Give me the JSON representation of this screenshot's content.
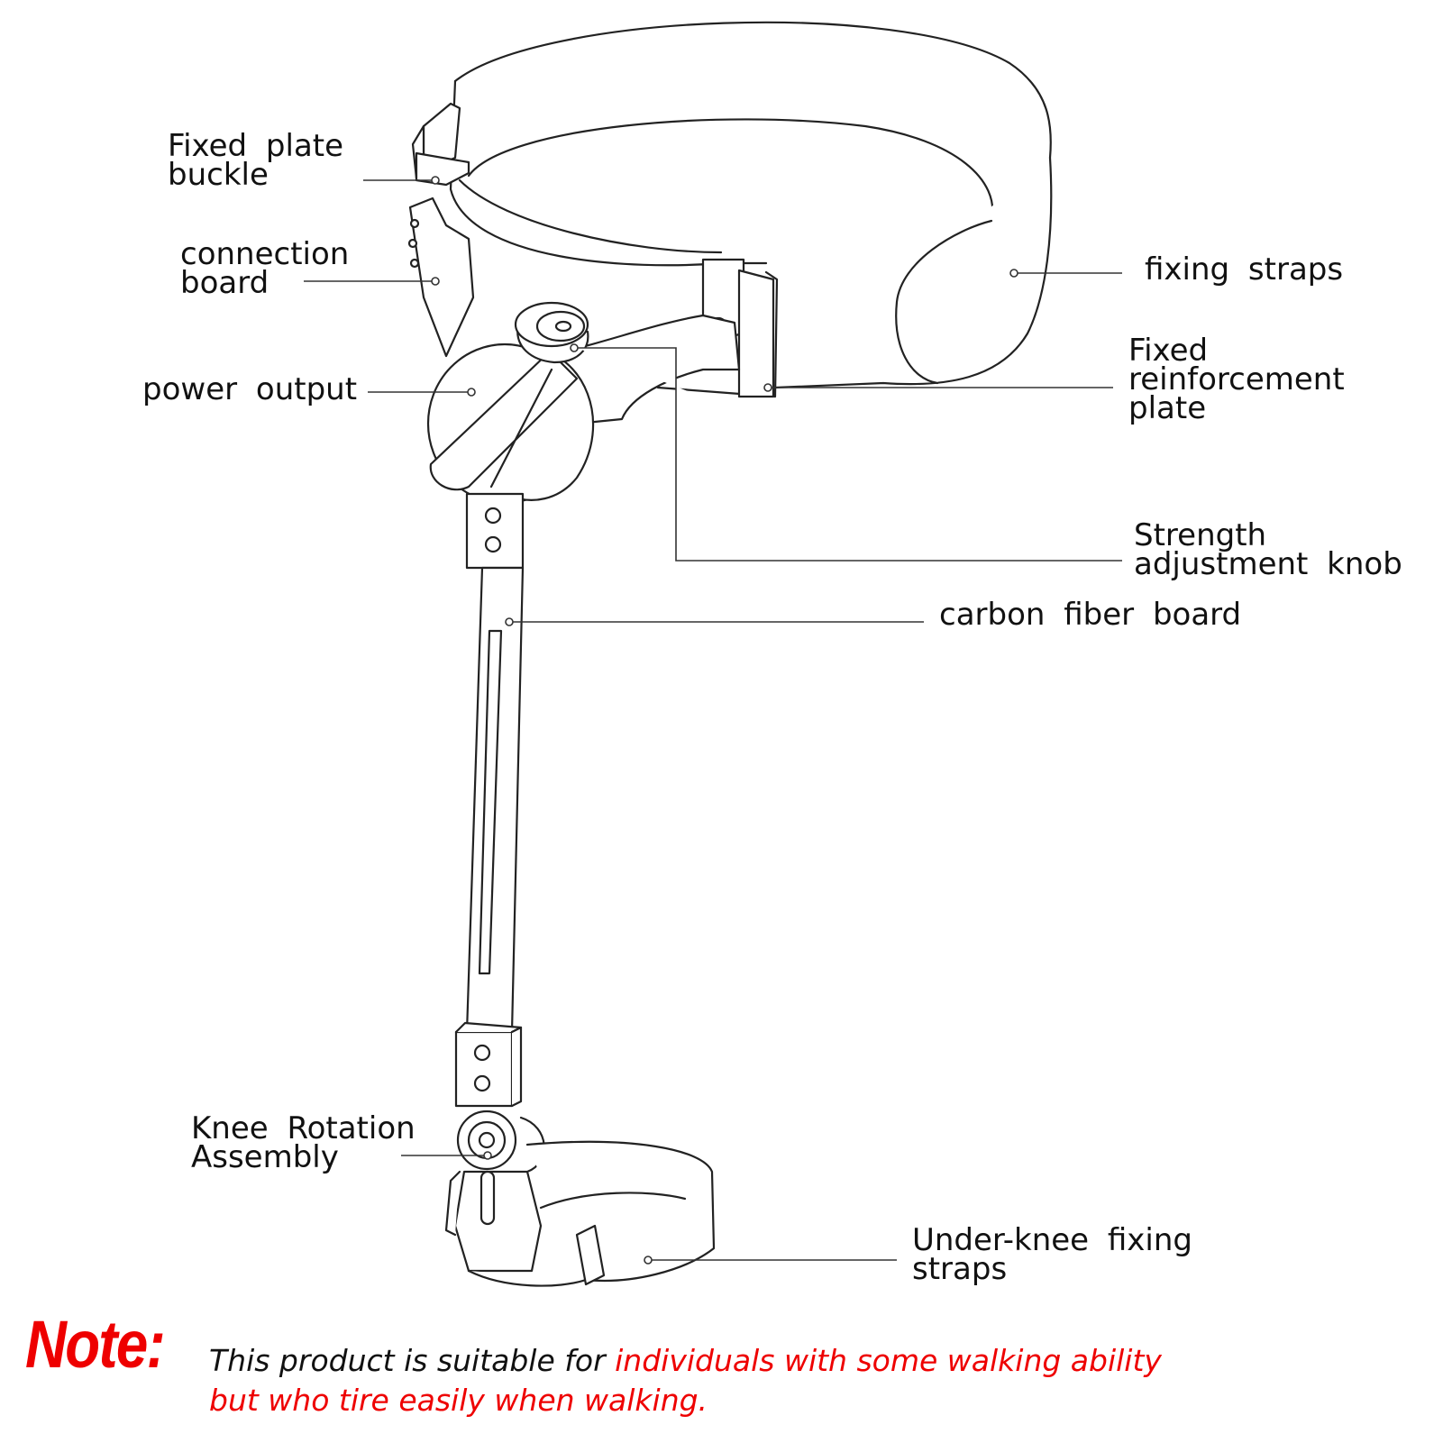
{
  "labels": {
    "fixed_plate_buckle": [
      "Fixed plate",
      "buckle"
    ],
    "connection_board": [
      "connection",
      "board"
    ],
    "power_output": [
      "power output"
    ],
    "fixing_straps": [
      "fixing straps"
    ],
    "fixed_reinforcement_plate": [
      "Fixed",
      "reinforcement",
      "plate"
    ],
    "strength_adjustment_knob": [
      "Strength",
      "adjustment knob"
    ],
    "carbon_fiber_board": [
      "carbon fiber board"
    ],
    "knee_rotation_assembly": [
      "Knee Rotation",
      "Assembly"
    ],
    "under_knee_fixing_straps": [
      "Under-knee fixing",
      "straps"
    ]
  },
  "note": {
    "title": "Note:",
    "line1_black": "This product is suitable for ",
    "line1_red": "individuals with some walking ability",
    "line2_red": "but who tire easily when walking."
  },
  "colors": {
    "line": "#222222",
    "text": "#111111",
    "accent": "#ee0000",
    "background": "#ffffff"
  }
}
